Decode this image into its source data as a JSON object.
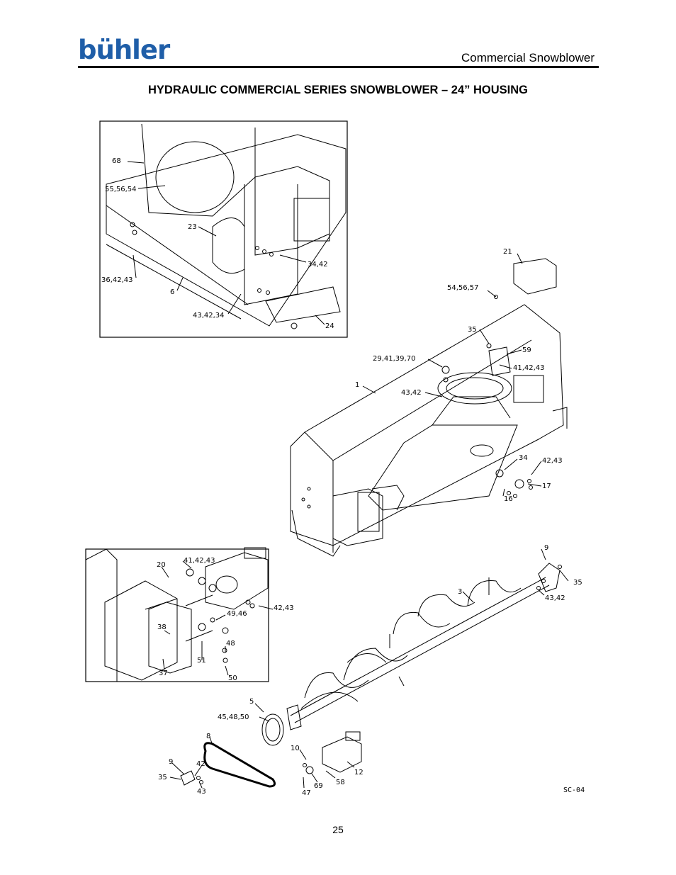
{
  "header": {
    "logo_text": "bühler",
    "doc_title": "Commercial Snowblower",
    "brand_color": "#1f5ea8"
  },
  "heading": "HYDRAULIC COMMERCIAL SERIES SNOWBLOWER – 24” HOUSING",
  "drawing_code": "SC-04",
  "page_number": "25",
  "callouts": {
    "inset_top": [
      "68",
      "55,56,54",
      "23",
      "34,42",
      "36,42,43",
      "6",
      "43,42,34",
      "24"
    ],
    "main": [
      "21",
      "54,56,57",
      "35",
      "59",
      "29,41,39,70",
      "41,42,43",
      "1",
      "43,42",
      "34",
      "42,43",
      "17",
      "16"
    ],
    "inset_bottom": [
      "20",
      "41,42,43",
      "42,43",
      "49,46",
      "38",
      "48",
      "51",
      "37",
      "50"
    ],
    "lower": [
      "9",
      "35",
      "3",
      "43,42",
      "5",
      "45,48,50",
      "8",
      "10",
      "12",
      "9",
      "42",
      "35",
      "43",
      "47",
      "69",
      "58"
    ]
  }
}
